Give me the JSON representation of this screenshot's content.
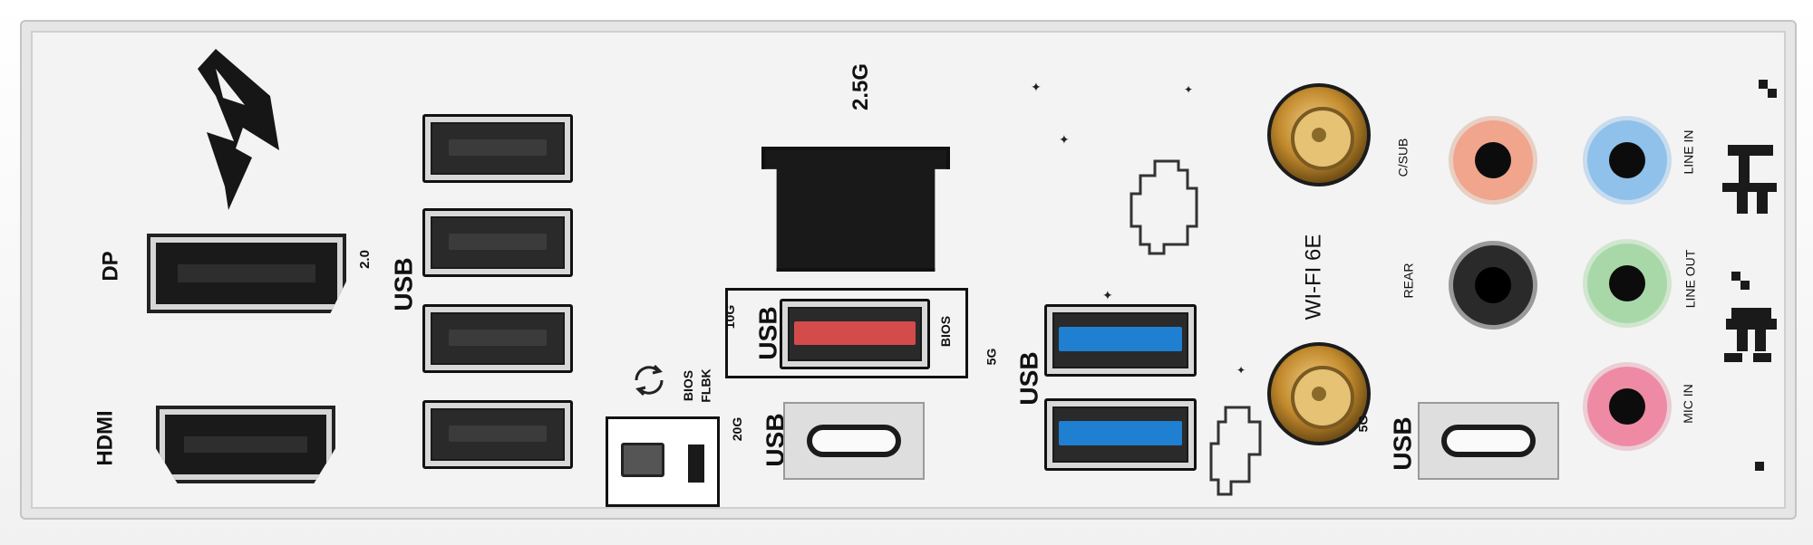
{
  "labels": {
    "dp": "DP",
    "hdmi": "HDMI",
    "usb20_num": "2.0",
    "usb20_txt": "USB",
    "lan": "2.5G",
    "usb10g_num": "10G",
    "usb10g_txt": "USB",
    "bios": "BIOS",
    "bios_flbk_1": "BIOS",
    "bios_flbk_2": "FLBK",
    "usb20g_num": "20G",
    "usb20g_txt": "USB",
    "usb5g_mid_num": "5G",
    "usb5g_mid_txt": "USB",
    "wifi": "WI-FI 6E",
    "csub": "C/SUB",
    "rear": "REAR",
    "usb5g_right_num": "5G",
    "usb5g_right_txt": "USB",
    "line_in": "LINE IN",
    "line_out": "LINE OUT",
    "mic_in": "MIC IN"
  },
  "colors": {
    "usb_blue": "#1f7fd0",
    "usb_red": "#d34b4b",
    "jack_orange": "#f0a58c",
    "jack_black": "#2a2a2a",
    "jack_blue": "#8fc1ea",
    "jack_green": "#a9d8a8",
    "jack_pink": "#ef8aa5",
    "antenna_gold": "#c9943a"
  },
  "icons": {
    "logo": "rog-eye-logo",
    "bios_flbk": "circular-arrows-icon"
  }
}
